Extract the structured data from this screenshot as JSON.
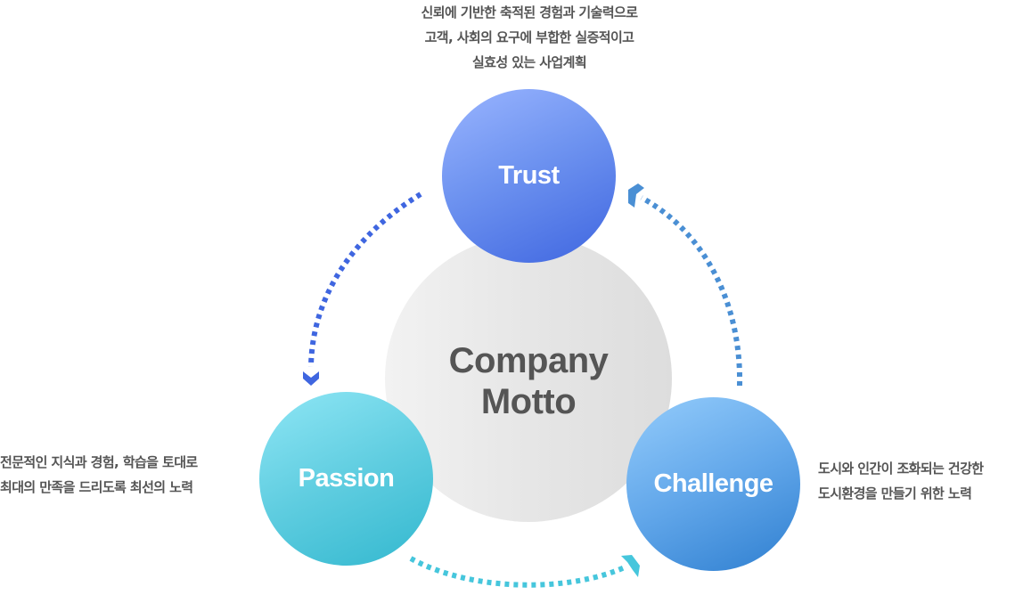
{
  "center": {
    "line1": "Company",
    "line2": "Motto"
  },
  "nodes": [
    {
      "id": "trust",
      "label": "Trust",
      "description": [
        "신뢰에 기반한 축적된 경험과 기술력으로",
        "고객, 사회의 요구에 부합한 실증적이고",
        "실효성 있는 사업계획"
      ]
    },
    {
      "id": "passion",
      "label": "Passion",
      "description": [
        "전문적인 지식과 경험, 학습을 토대로",
        "최대의 만족을 드리도록 최선의 노력"
      ]
    },
    {
      "id": "challenge",
      "label": "Challenge",
      "description": [
        "도시와 인간이 조화되는 건강한",
        "도시환경을 만들기 위한 노력"
      ]
    }
  ],
  "arrows": [
    {
      "from": "trust",
      "to": "passion",
      "direction": "counter-clockwise",
      "color": "#3f66e0",
      "icon": "dotted-arrow-icon"
    },
    {
      "from": "passion",
      "to": "challenge",
      "direction": "counter-clockwise",
      "color": "#46c6dc",
      "icon": "dotted-arrow-icon"
    },
    {
      "from": "challenge",
      "to": "trust",
      "direction": "counter-clockwise",
      "color": "#4a8fd4",
      "icon": "dotted-arrow-icon"
    }
  ]
}
